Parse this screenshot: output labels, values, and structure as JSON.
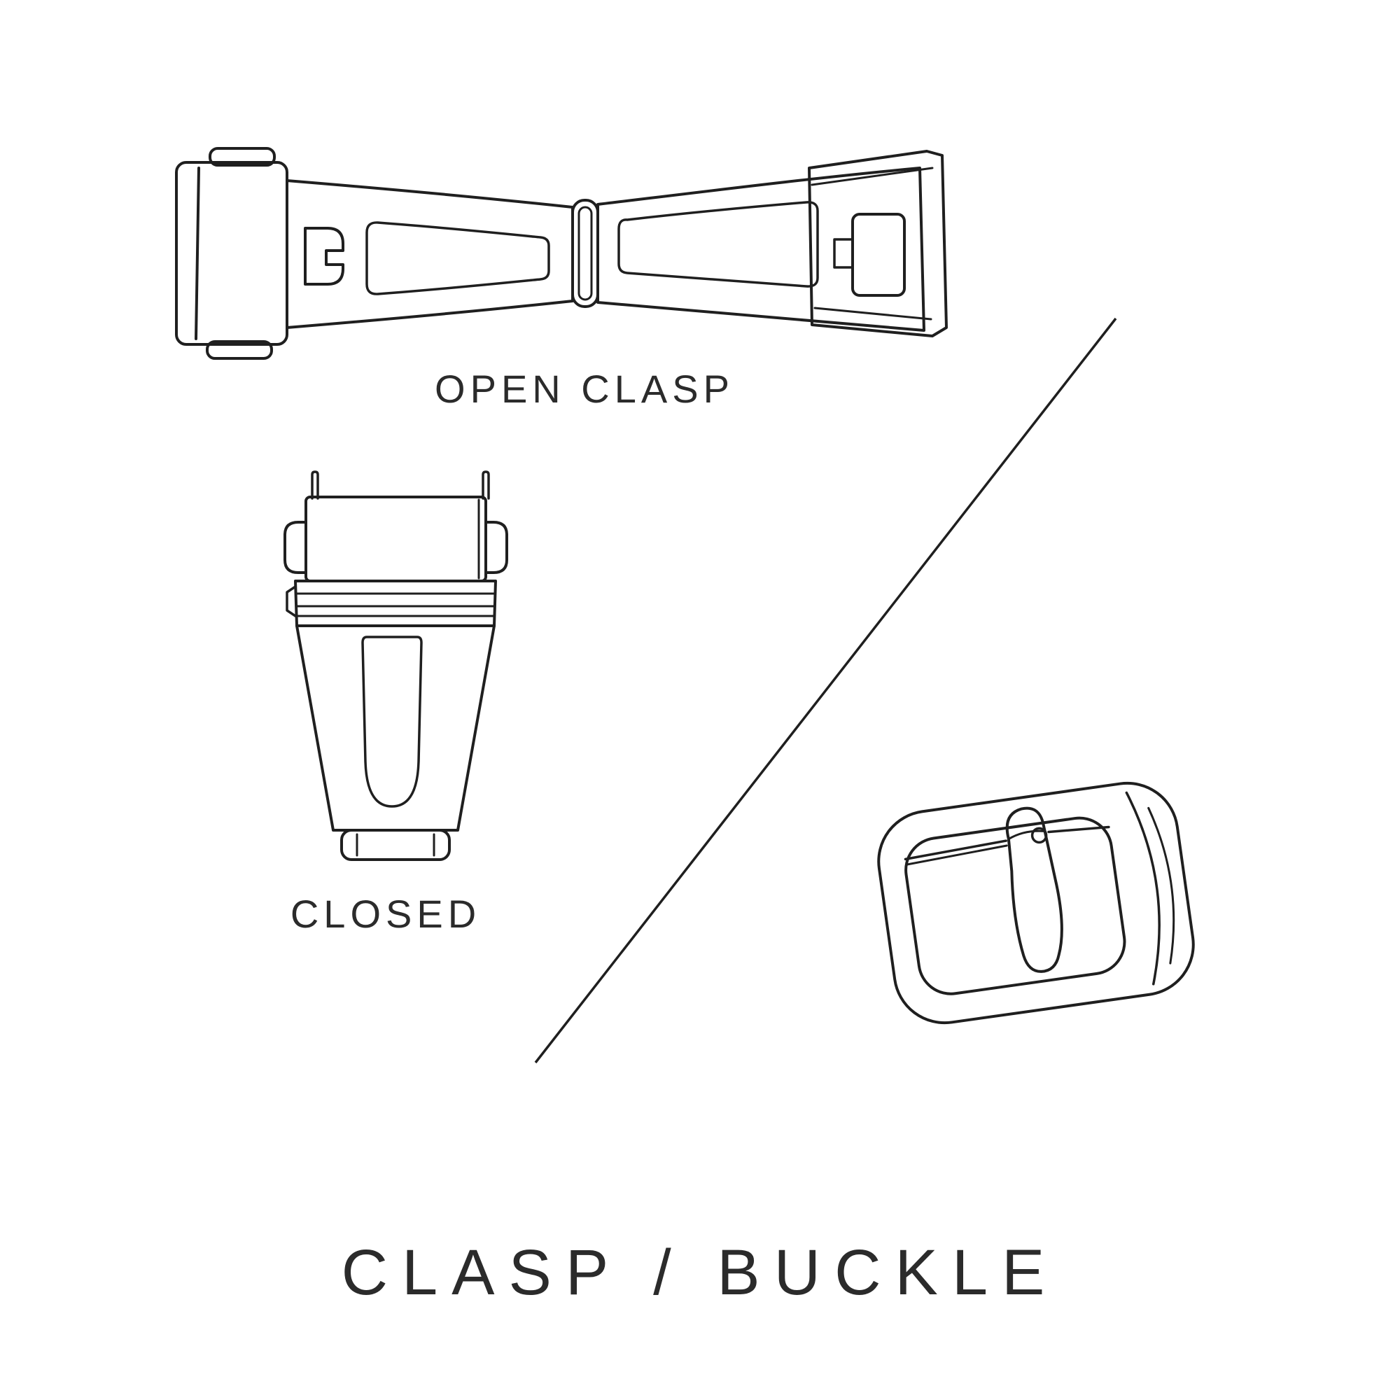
{
  "diagram": {
    "title": "CLASP / BUCKLE",
    "labels": {
      "open_clasp": "OPEN CLASP",
      "closed_clasp": "CLOSED"
    },
    "colors": {
      "background": "#ffffff",
      "line": "#1f1f1f",
      "text": "#2b2b2b"
    },
    "illustrations": [
      "open-clasp-drawing",
      "closed-clasp-drawing",
      "buckle-drawing",
      "diagonal-divider"
    ]
  }
}
